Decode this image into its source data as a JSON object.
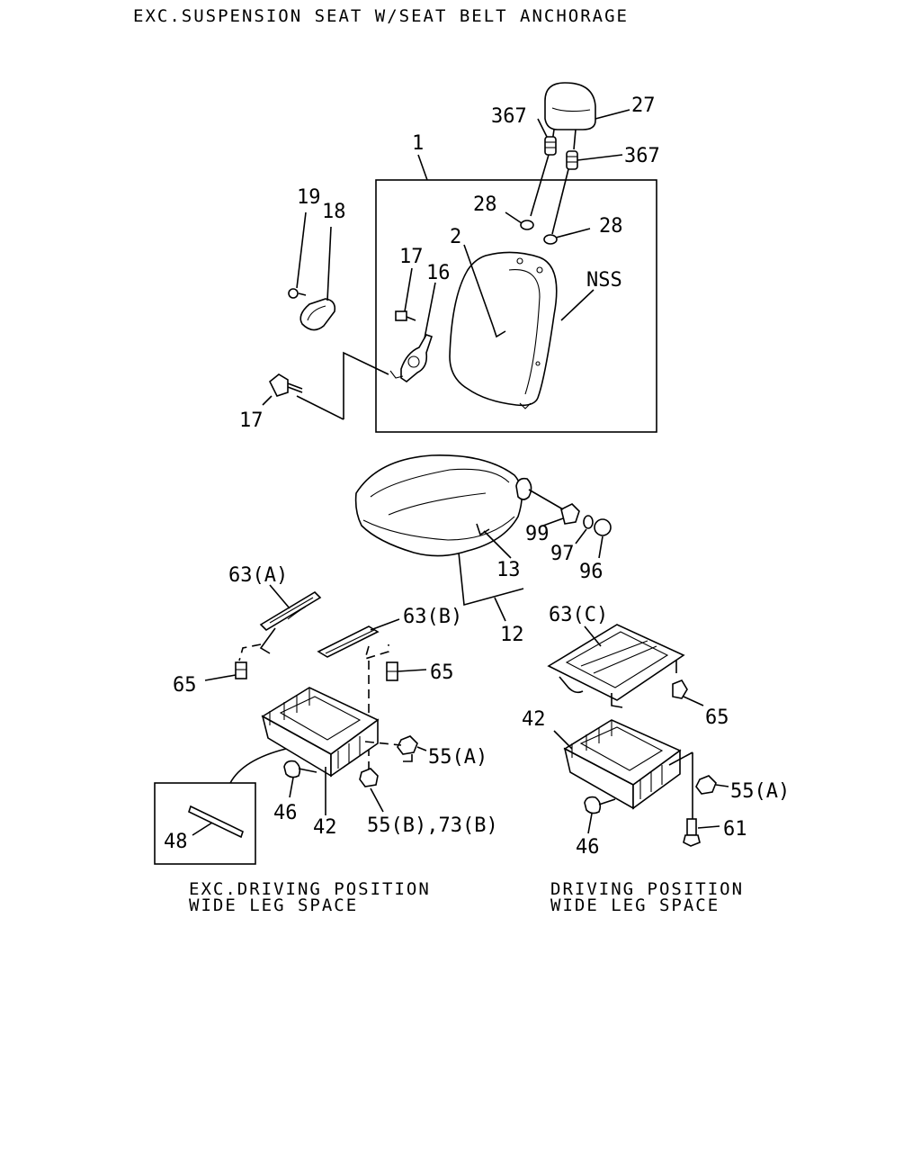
{
  "diagram": {
    "title": "EXC.SUSPENSION SEAT W/SEAT BELT ANCHORAGE",
    "captions": {
      "left_line1": "EXC.DRIVING POSITION",
      "left_line2": "WIDE LEG SPACE",
      "right_line1": "DRIVING POSITION",
      "right_line2": "WIDE LEG SPACE"
    },
    "labels": {
      "p367a": "367",
      "p27": "27",
      "p367b": "367",
      "p1": "1",
      "p28a": "28",
      "p28b": "28",
      "p19": "19",
      "p18": "18",
      "p2": "2",
      "pNSS": "NSS",
      "p17a": "17",
      "p16": "16",
      "p17b": "17",
      "p99": "99",
      "p97": "97",
      "p96": "96",
      "p13": "13",
      "p63A": "63(A)",
      "p63B": "63(B)",
      "p12": "12",
      "p63C": "63(C)",
      "p65a": "65",
      "p65b": "65",
      "p65c": "65",
      "p42a": "42",
      "p42b": "42",
      "p55Aa": "55(A)",
      "p55Ab": "55(A)",
      "p46a": "46",
      "p46b": "46",
      "p55B73B": "55(B),73(B)",
      "p61": "61",
      "p48": "48"
    }
  }
}
